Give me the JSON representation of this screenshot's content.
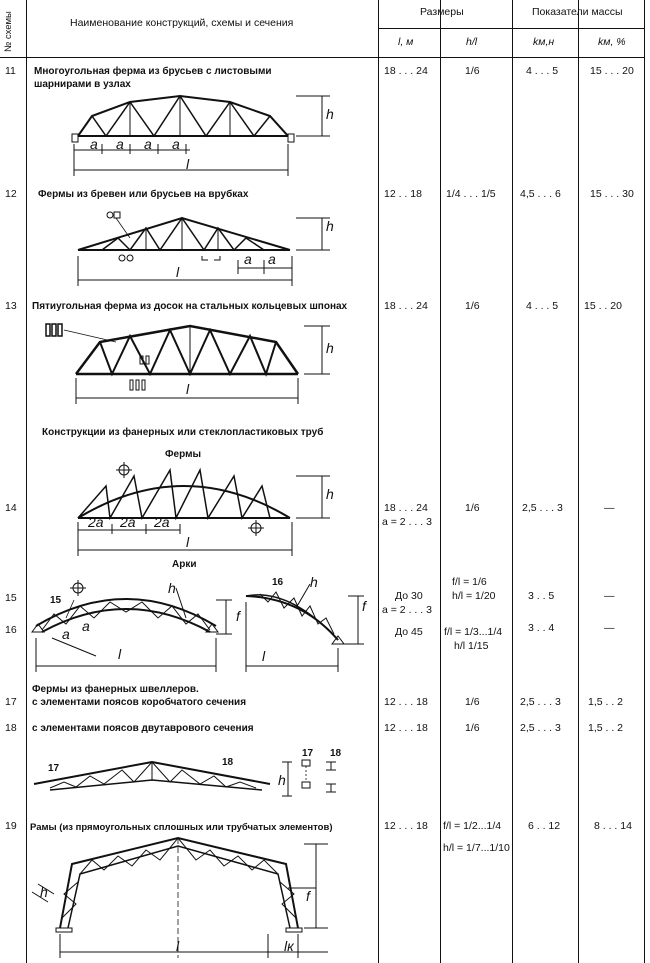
{
  "header": {
    "col_no": "№ схемы",
    "col_name": "Наименование конструкций, схемы и сечения",
    "col_sizes": "Размеры",
    "col_mass": "Показатели массы",
    "sub_l": "l, м",
    "sub_hl": "h/l",
    "sub_k": "kм,н",
    "sub_kmm": "kм, %"
  },
  "rows": [
    {
      "no": "11",
      "title1": "Многоугольная ферма из брусьев с листовыми",
      "title2": "шарнирами в узлах",
      "l": "18 . . . 24",
      "hl": "1/6",
      "k": "4 . . . 5",
      "km": "15 . . . 20"
    },
    {
      "no": "12",
      "title1": "Фермы из бревен или брусьев на врубках",
      "l": "12 . .  18",
      "hl": "1/4 . . . 1/5",
      "k": "4,5 . . . 6",
      "km": "15 . . . 30"
    },
    {
      "no": "13",
      "title1": "Пятиугольная ферма из досок на стальных кольцевых шпонах",
      "l": "18 . . . 24",
      "hl": "1/6",
      "k": "4 . . . 5",
      "km": "15 . .  20"
    },
    {
      "no": "14",
      "section": "Конструкции из фанерных или стеклопластиковых  труб",
      "sub1": "Фермы",
      "sub2": "Арки",
      "l": "18 . . . 24",
      "a": "a = 2 . . . 3",
      "hl": "1/6",
      "k": "2,5 . . .  3",
      "km": "—"
    },
    {
      "no": "15",
      "l": "До 30",
      "a": "a = 2 . . . 3",
      "hl1": "f/l = 1/6",
      "hl2": "h/l  = 1/20",
      "k": "3 . . 5",
      "km": "—"
    },
    {
      "no": "16",
      "l": "До 45",
      "hl1": "f/l = 1/3...1/4",
      "hl2": "h/l    1/15",
      "k": "3 . . 4",
      "km": "—"
    },
    {
      "no": "17",
      "title1": "Фермы из фанерных швеллеров.",
      "title2": "с элементами поясов коробчатого сечения",
      "l": "12 . . . 18",
      "hl": "1/6",
      "k": "2,5 . . . 3",
      "km": "1,5 . .  2"
    },
    {
      "no": "18",
      "title1": "с элементами поясов двутаврового сечения",
      "l": "12 . . . 18",
      "hl": "1/6",
      "k": "2,5 . . . 3",
      "km": "1,5 . . 2"
    },
    {
      "no": "19",
      "title1": "Рамы  (из прямоугольных сплошных или трубчатых элементов)",
      "l": "12 . . . 18",
      "hl1": "f/l = 1/2...1/4",
      "hl2": "h/l = 1/7...1/10",
      "k": "6  . . 12",
      "km": "8 . . . 14"
    }
  ],
  "labels": {
    "a": "a",
    "h": "h",
    "l": "l",
    "f": "f",
    "twoa": "2a",
    "lk": "lк",
    "n15": "15",
    "n16": "16",
    "n17": "17",
    "n18": "18"
  }
}
